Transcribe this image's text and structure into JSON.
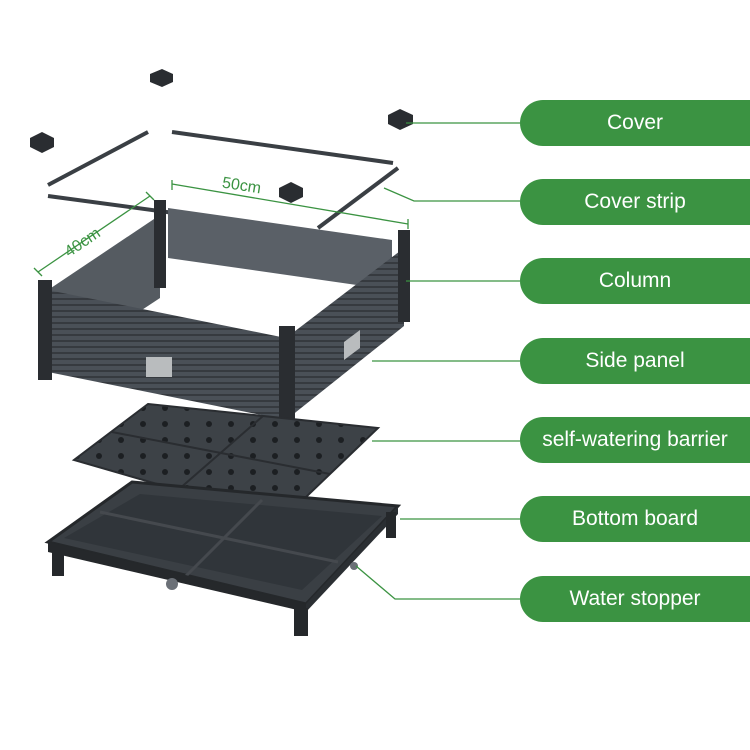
{
  "dimensions": {
    "width": "50cm",
    "depth": "40cm"
  },
  "labels": [
    "Cover",
    "Cover strip",
    "Column",
    "Side panel",
    "self-watering barrier",
    "Bottom board",
    "Water stopper"
  ],
  "colors": {
    "accent": "#3b9342",
    "product": "#3a3f44",
    "line": "#3b9342"
  }
}
